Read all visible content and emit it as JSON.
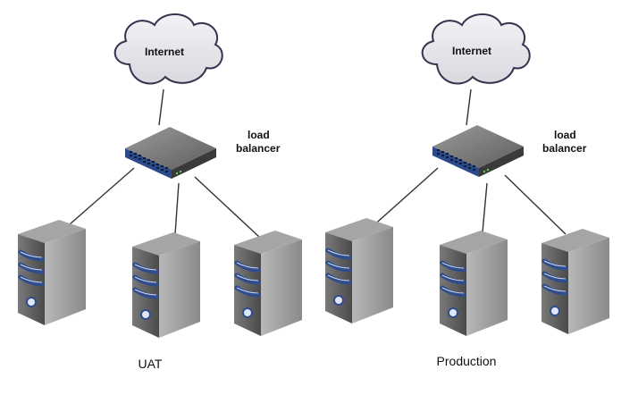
{
  "groups": [
    {
      "cloud_label": "Internet",
      "balancer_label_line1": "load",
      "balancer_label_line2": "balancer",
      "environment_label": "UAT"
    },
    {
      "cloud_label": "Internet",
      "balancer_label_line1": "load",
      "balancer_label_line2": "balancer",
      "environment_label": "Production"
    }
  ],
  "colors": {
    "cloud_fill": "#e6e6e9",
    "cloud_stroke": "#33334d",
    "switch_accent": "#2a4a8a",
    "server_body": "#5a5a5a",
    "server_stripe": "#2f4d8c"
  }
}
